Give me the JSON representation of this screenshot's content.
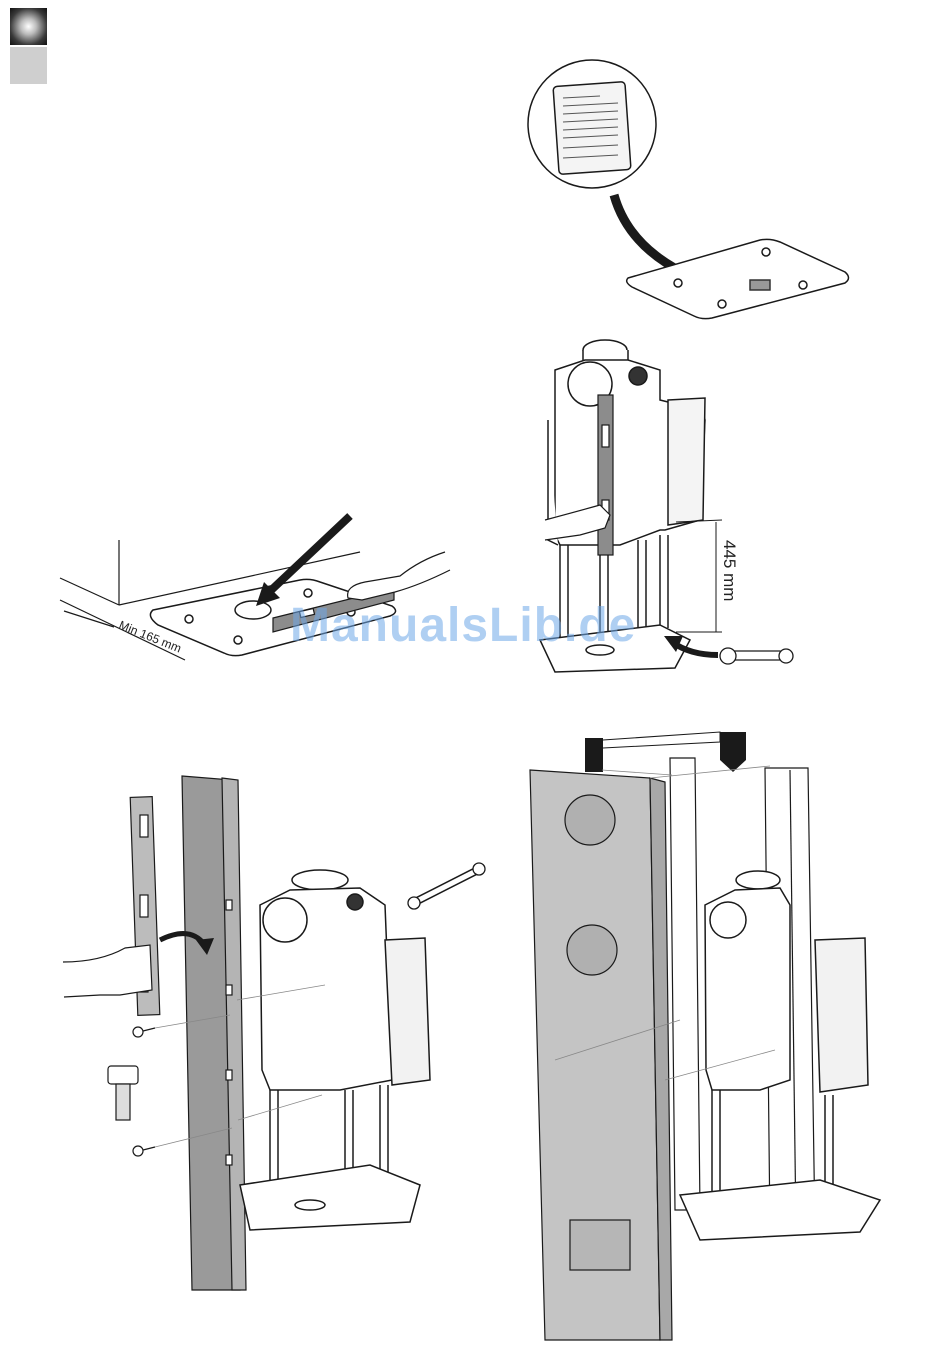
{
  "page": {
    "step_marker_dark": "",
    "step_marker_light": ""
  },
  "labels": {
    "min_distance": "Min 165 mm",
    "height_dimension": "445 mm"
  },
  "watermark": {
    "text": "ManualsLib.de"
  },
  "icons": [
    "rating-plate-detail",
    "base-plate",
    "spirit-level",
    "wrench",
    "bolt",
    "arrow"
  ],
  "colors": {
    "line": "#1a1a1a",
    "panel_dark": "#9a9a9a",
    "panel_light": "#c4c4c4",
    "watermark": "#6fa8e8"
  }
}
